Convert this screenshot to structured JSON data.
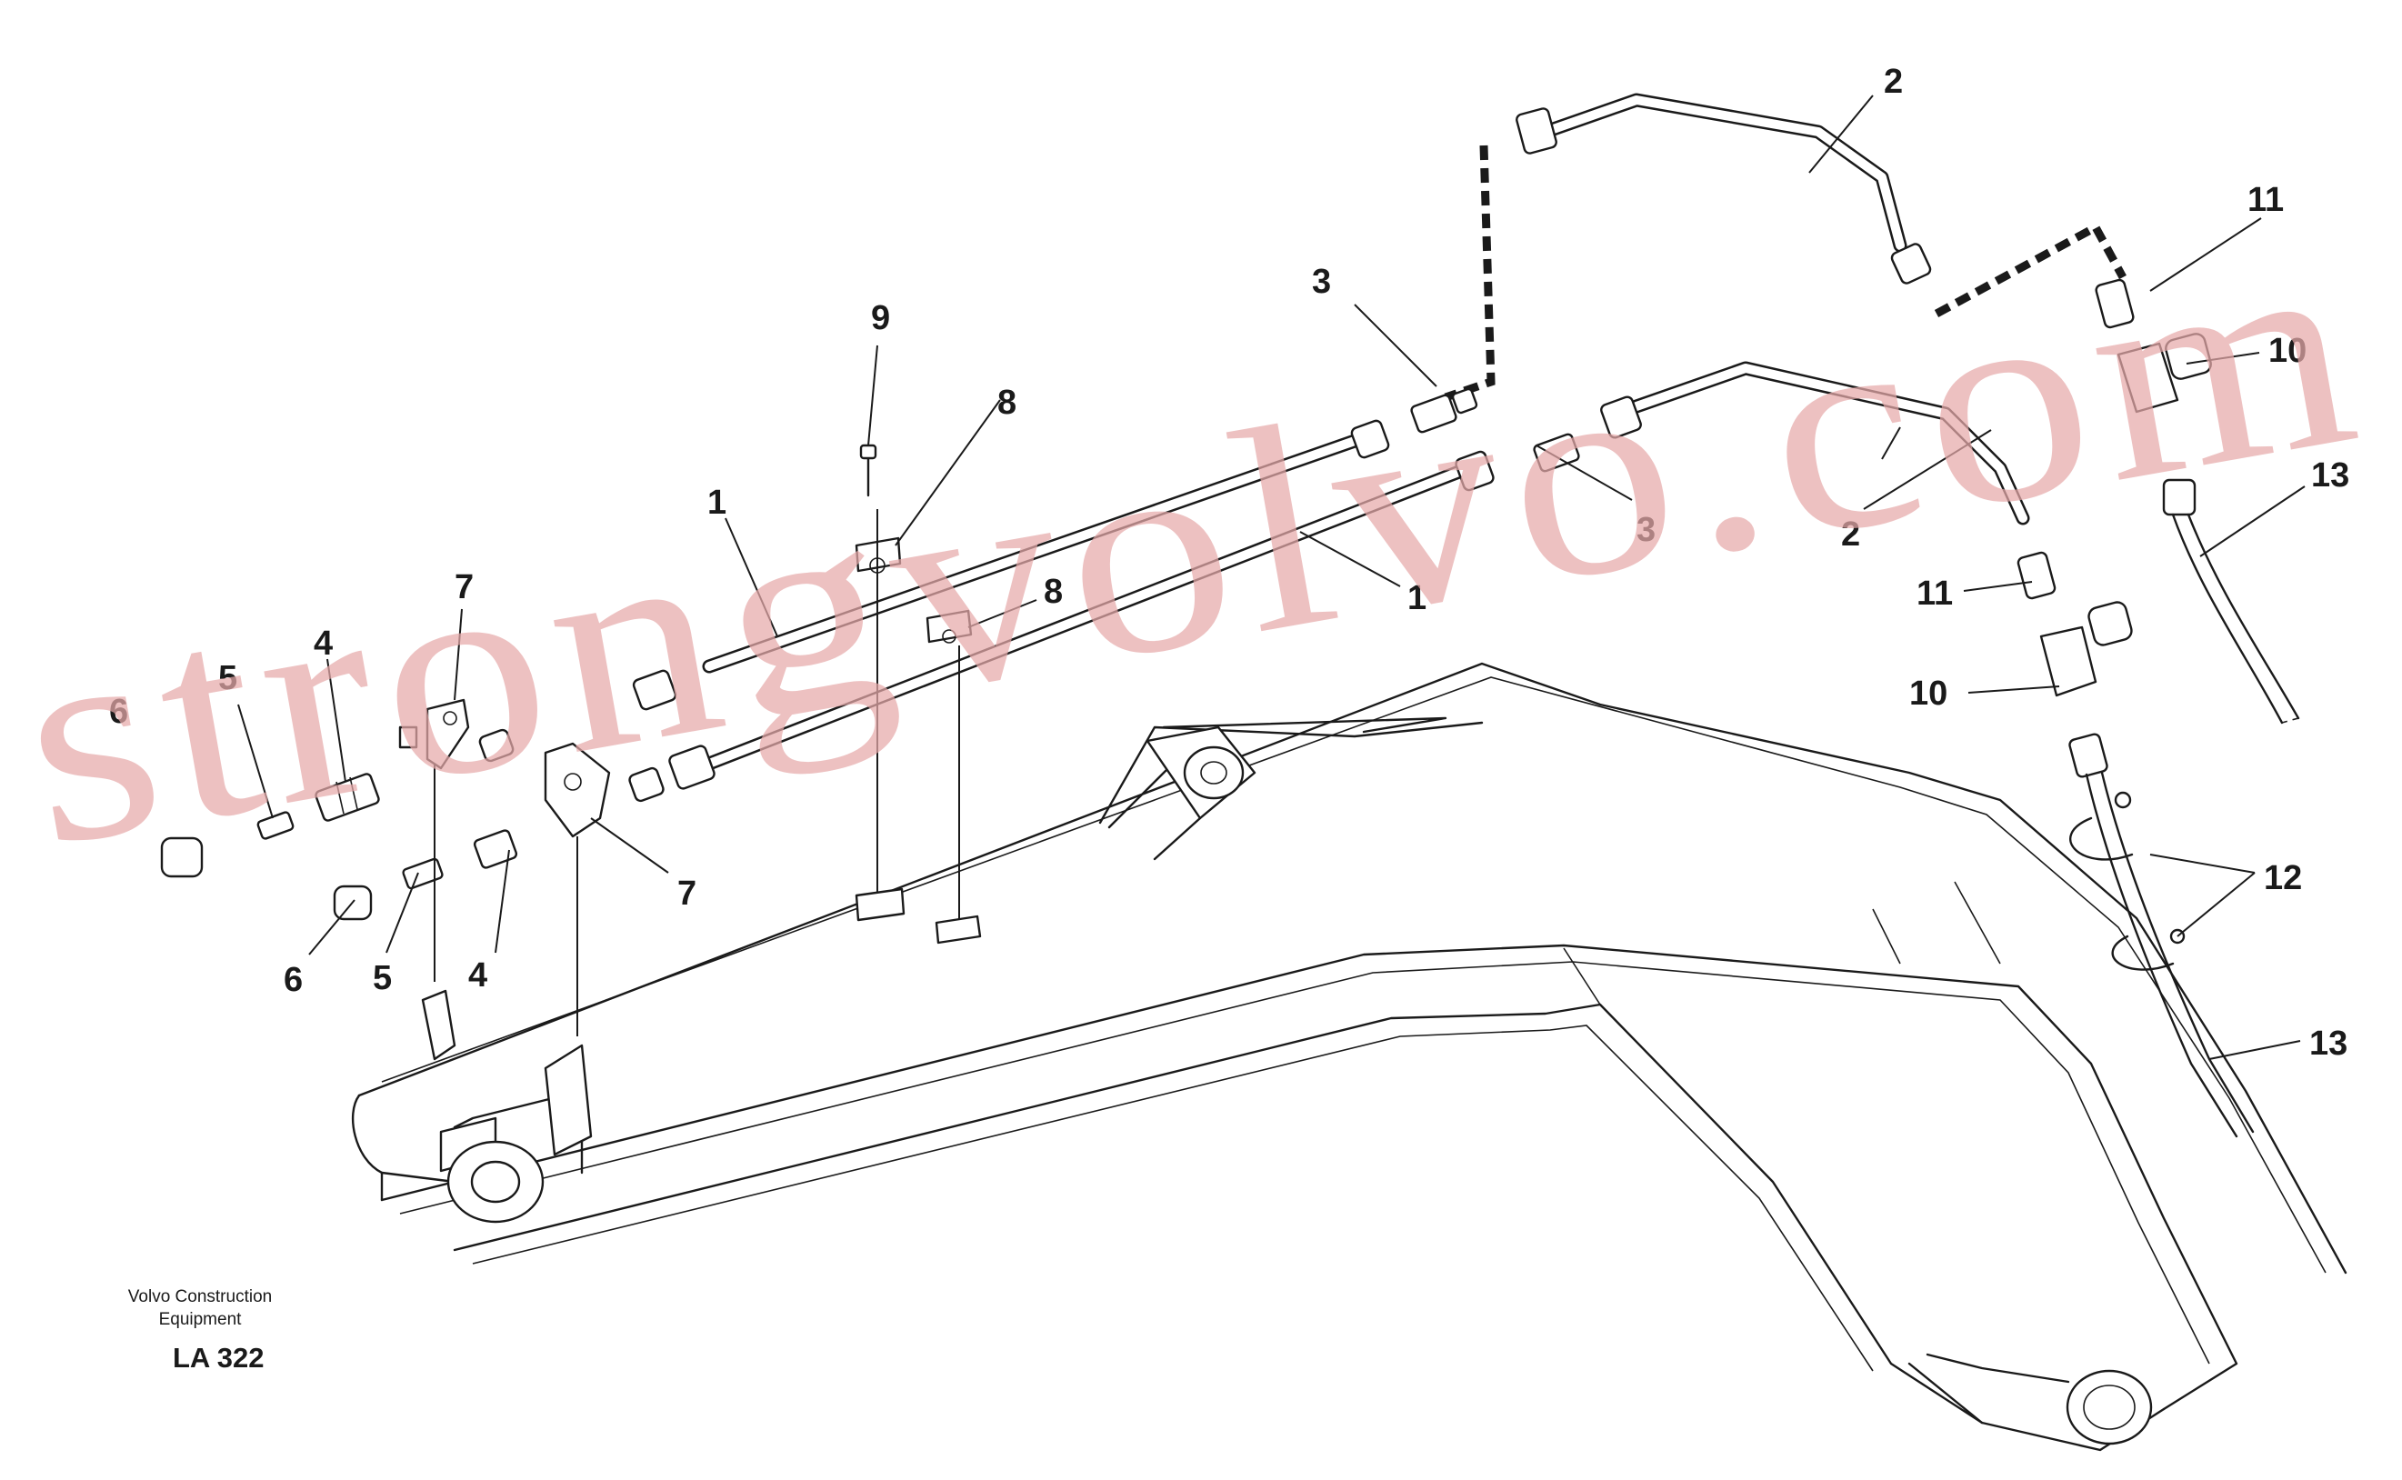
{
  "diagram": {
    "callouts": {
      "c1a": "1",
      "c1b": "1",
      "c2a": "2",
      "c2b": "2",
      "c3a": "3",
      "c3b": "3",
      "c4a": "4",
      "c4b": "4",
      "c5a": "5",
      "c5b": "5",
      "c6a": "6",
      "c6b": "6",
      "c7a": "7",
      "c7b": "7",
      "c8a": "8",
      "c8b": "8",
      "c9": "9",
      "c10a": "10",
      "c10b": "10",
      "c11a": "11",
      "c11b": "11",
      "c12": "12",
      "c13a": "13",
      "c13b": "13"
    },
    "line_color": "#1a1a1a"
  },
  "watermark": {
    "text": "strongvolvo.com",
    "color": "#e6a9a9"
  },
  "credit": {
    "line1": "Volvo Construction",
    "line2": "Equipment"
  },
  "drawing_code": "LA 322"
}
